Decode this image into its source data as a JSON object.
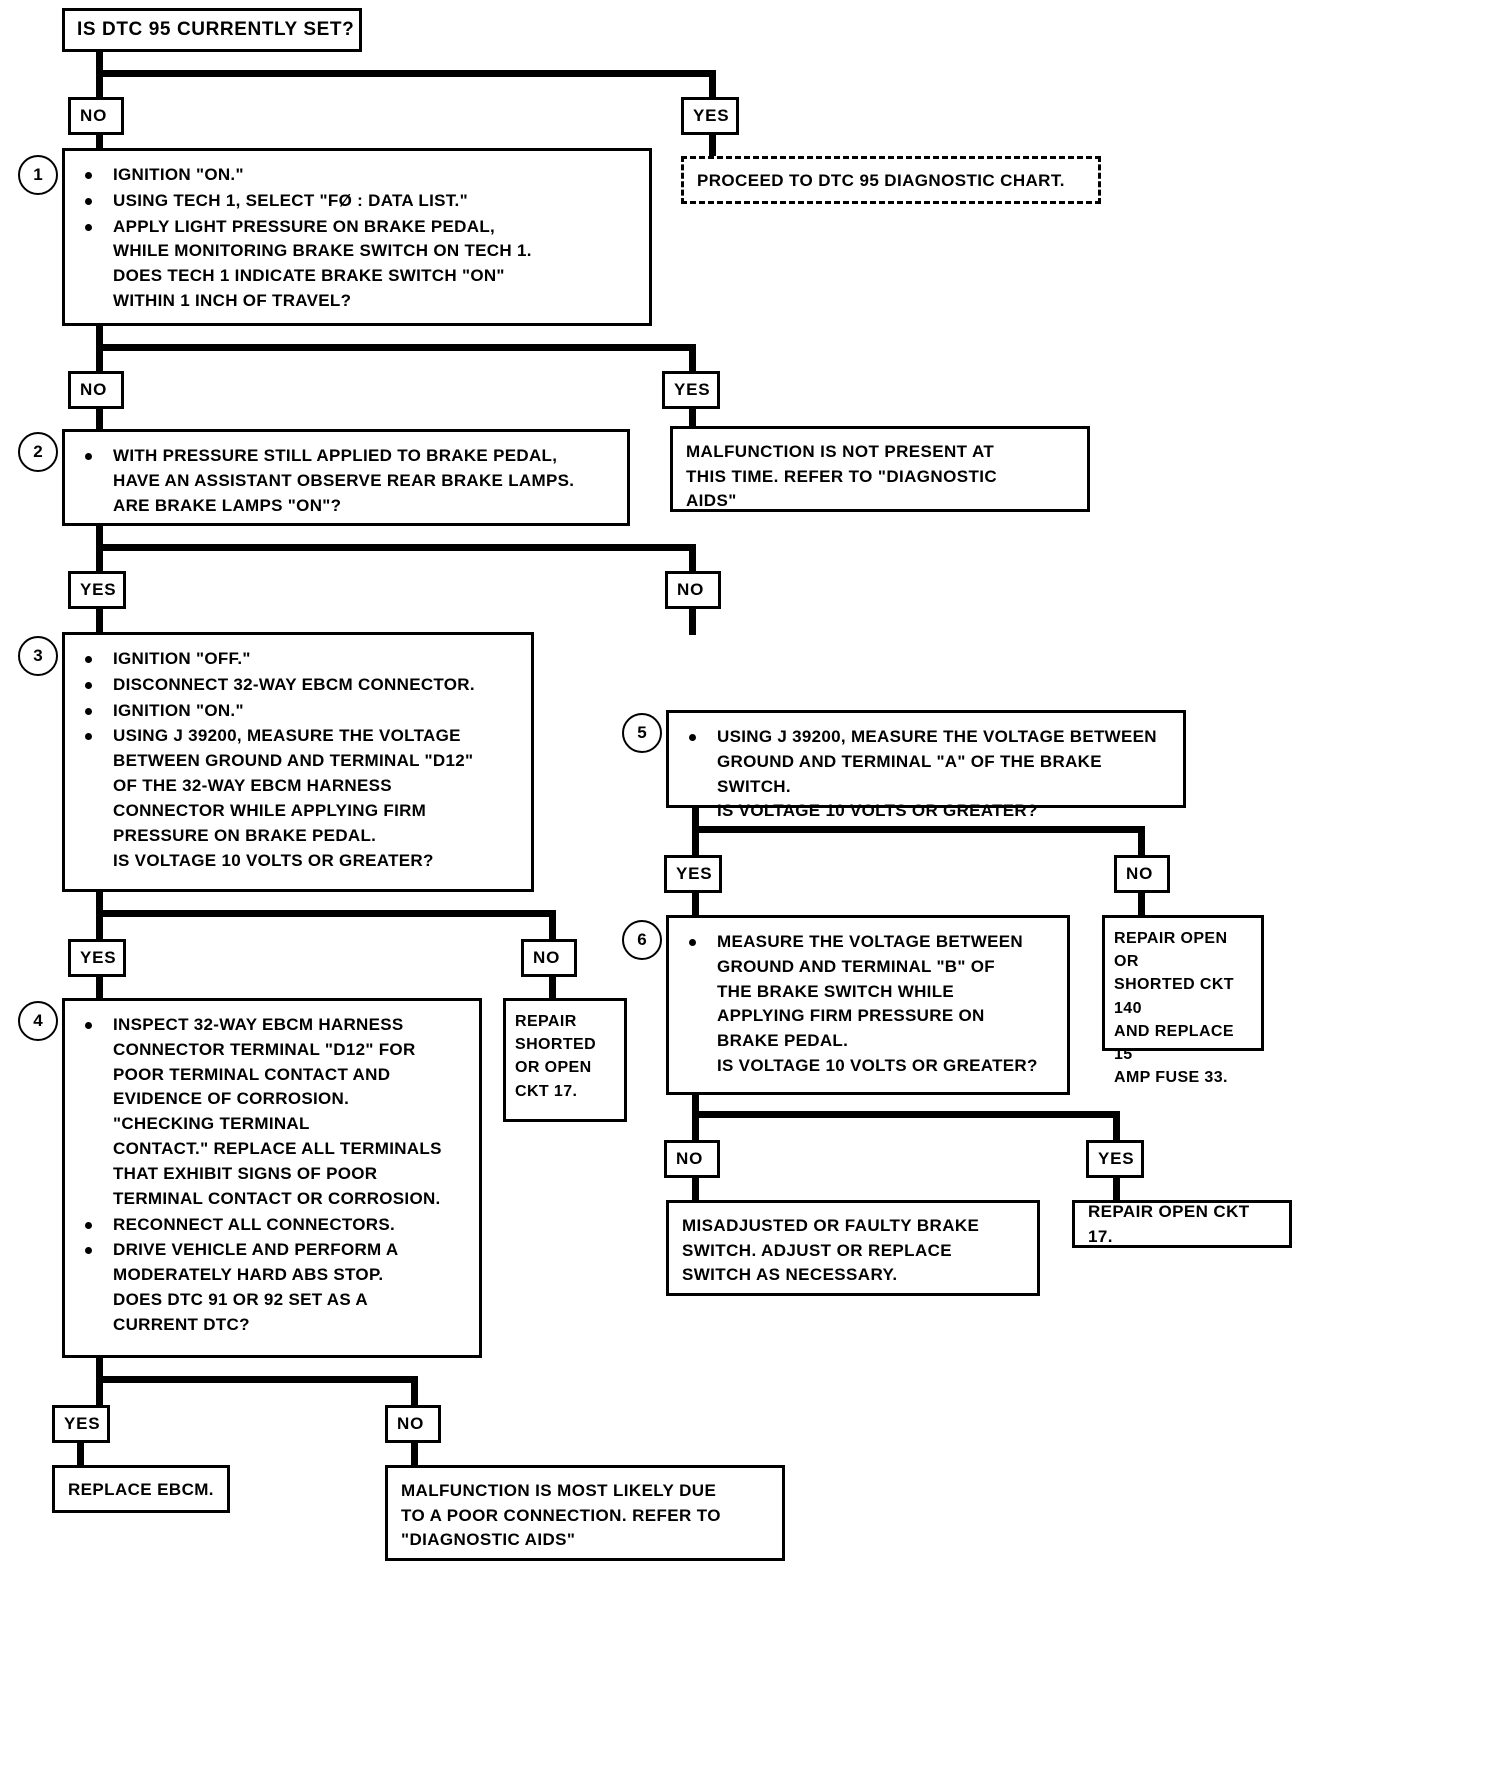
{
  "chart": {
    "title_box": "IS DTC 95 CURRENTLY SET?",
    "labels": {
      "yes": "YES",
      "no": "NO"
    },
    "step_numbers": {
      "one": "1",
      "two": "2",
      "three": "3",
      "four": "4",
      "five": "5",
      "six": "6"
    },
    "step1": {
      "b1": "IGNITION \"ON.\"",
      "b2": "USING TECH 1, SELECT \"FØ : DATA LIST.\"",
      "b3_l1": "APPLY LIGHT PRESSURE ON BRAKE PEDAL,",
      "b3_l2": "WHILE MONITORING BRAKE SWITCH ON TECH 1.",
      "b3_l3": "DOES TECH 1 INDICATE BRAKE SWITCH \"ON\"",
      "b3_l4": "WITHIN 1 INCH OF TRAVEL?"
    },
    "dtc95_note": "PROCEED TO DTC 95 DIAGNOSTIC CHART.",
    "step2": {
      "b1_l1": "WITH PRESSURE STILL APPLIED TO BRAKE PEDAL,",
      "b1_l2": "HAVE AN ASSISTANT OBSERVE REAR BRAKE LAMPS.",
      "b1_l3": "ARE BRAKE LAMPS \"ON\"?"
    },
    "no_malfunction": {
      "l1": "MALFUNCTION IS NOT PRESENT AT",
      "l2": "THIS TIME.  REFER TO \"DIAGNOSTIC",
      "l3": "AIDS\""
    },
    "step3": {
      "b1": "IGNITION \"OFF.\"",
      "b2": "DISCONNECT 32-WAY EBCM CONNECTOR.",
      "b3": "IGNITION \"ON.\"",
      "b4_l1": "USING J 39200, MEASURE THE VOLTAGE",
      "b4_l2": "BETWEEN GROUND AND TERMINAL \"D12\"",
      "b4_l3": "OF THE 32-WAY EBCM HARNESS",
      "b4_l4": "CONNECTOR WHILE APPLYING FIRM",
      "b4_l5": "PRESSURE ON BRAKE PEDAL.",
      "b4_l6": "IS VOLTAGE 10 VOLTS OR GREATER?"
    },
    "step4": {
      "b1_l1": "INSPECT 32-WAY EBCM HARNESS",
      "b1_l2": "CONNECTOR TERMINAL \"D12\" FOR",
      "b1_l3": "POOR TERMINAL CONTACT AND",
      "b1_l4": "EVIDENCE OF CORROSION.",
      "b1_l5": "\"CHECKING TERMINAL",
      "b1_l6": "CONTACT.\"  REPLACE ALL TERMINALS",
      "b1_l7": "THAT EXHIBIT SIGNS OF POOR",
      "b1_l8": "TERMINAL CONTACT OR CORROSION.",
      "b2": "RECONNECT ALL CONNECTORS.",
      "b3_l1": "DRIVE VEHICLE AND PERFORM A",
      "b3_l2": "MODERATELY HARD ABS STOP.",
      "b3_l3": "DOES DTC 91 OR 92 SET AS A",
      "b3_l4": "CURRENT DTC?"
    },
    "step5": {
      "b1_l1": "USING J 39200, MEASURE THE VOLTAGE BETWEEN",
      "b1_l2": "GROUND AND TERMINAL \"A\" OF THE BRAKE SWITCH.",
      "b1_l3": "IS VOLTAGE 10 VOLTS OR GREATER?"
    },
    "step6": {
      "b1_l1": "MEASURE THE VOLTAGE BETWEEN",
      "b1_l2": "GROUND AND TERMINAL \"B\" OF",
      "b1_l3": "THE BRAKE SWITCH WHILE",
      "b1_l4": "APPLYING FIRM PRESSURE ON",
      "b1_l5": "BRAKE PEDAL.",
      "b1_l6": "IS VOLTAGE 10 VOLTS OR GREATER?"
    },
    "repair_shorted_open_ckt17": {
      "l1": "REPAIR",
      "l2": "SHORTED",
      "l3": "OR OPEN",
      "l4": "CKT 17."
    },
    "repair_ckt140": {
      "l1": "REPAIR OPEN OR",
      "l2": "SHORTED CKT 140",
      "l3": "AND REPLACE 15",
      "l4": "AMP FUSE 33."
    },
    "misadjusted_switch": {
      "l1": "MISADJUSTED OR FAULTY BRAKE",
      "l2": "SWITCH.  ADJUST OR REPLACE",
      "l3": "SWITCH AS NECESSARY."
    },
    "repair_open_ckt17": "REPAIR OPEN CKT 17.",
    "replace_ebcm": "REPLACE EBCM.",
    "poor_connection": {
      "l1": "MALFUNCTION IS MOST LIKELY DUE",
      "l2": "TO A POOR CONNECTION.  REFER TO",
      "l3": "\"DIAGNOSTIC AIDS\""
    }
  }
}
